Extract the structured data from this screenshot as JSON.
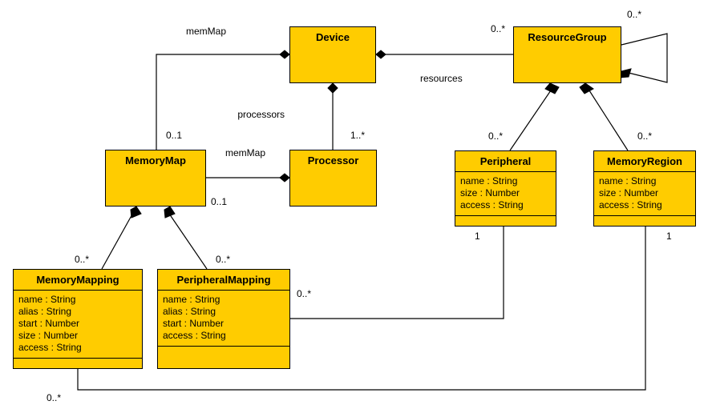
{
  "diagram": {
    "title": "Device Memory Map UML Class Diagram",
    "type": "uml-class-diagram",
    "background": "#FFFFFF",
    "class_fill": "#FFCC00",
    "stroke": "#000000"
  },
  "classes": {
    "device": {
      "name": "Device",
      "attributes": [],
      "has_operations_compartment": false
    },
    "resource_group": {
      "name": "ResourceGroup",
      "attributes": [],
      "has_operations_compartment": false
    },
    "memory_map": {
      "name": "MemoryMap",
      "attributes": [],
      "has_operations_compartment": false
    },
    "processor": {
      "name": "Processor",
      "attributes": [],
      "has_operations_compartment": false
    },
    "peripheral": {
      "name": "Peripheral",
      "attributes": [
        "name : String",
        "size : Number",
        "access : String"
      ],
      "has_operations_compartment": true
    },
    "memory_region": {
      "name": "MemoryRegion",
      "attributes": [
        "name : String",
        "size : Number",
        "access : String"
      ],
      "has_operations_compartment": true
    },
    "memory_mapping": {
      "name": "MemoryMapping",
      "attributes": [
        "name : String",
        "alias : String",
        "start : Number",
        "size : Number",
        "access : String"
      ],
      "has_operations_compartment": true
    },
    "peripheral_mapping": {
      "name": "PeripheralMapping",
      "attributes": [
        "name : String",
        "alias : String",
        "start : Number",
        "access : String"
      ],
      "has_operations_compartment": true
    }
  },
  "edge_labels": {
    "mem_map_device": "memMap",
    "processors": "processors",
    "resources": "resources",
    "mem_map_processor": "memMap"
  },
  "multiplicities": {
    "device_resourcegroup": "0..*",
    "resourcegroup_self": "0..*",
    "memorymap_device": "0..1",
    "processor_device": "1..*",
    "memorymap_processor": "0..1",
    "peripheral_group": "0..*",
    "memoryregion_group": "0..*",
    "memorymapping_map": "0..*",
    "peripheralmapping_map": "0..*",
    "peripheral_mapping_one": "1",
    "memoryregion_mapping_one": "1",
    "peripheralmapping_peripheral": "0..*",
    "memorymapping_memoryregion": "0..*"
  }
}
